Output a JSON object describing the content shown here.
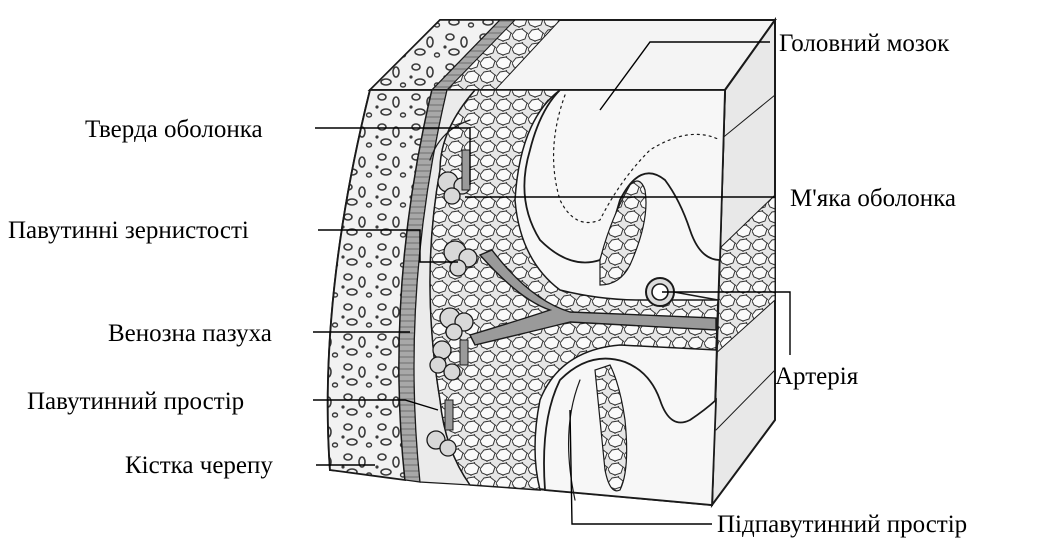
{
  "labels": {
    "brain": "Головний мозок",
    "dura_mater": "Тверда оболонка",
    "pia_mater": "М'яка оболонка",
    "arachnoid_granulations": "Павутинні зернистості",
    "venous_sinus": "Венозна пазуха",
    "artery": "Артерія",
    "arachnoid_space": "Павутинний простір",
    "skull_bone": "Кістка черепу",
    "subarachnoid_space": "Підпавутинний простір"
  },
  "colors": {
    "ink": "#1a1a1a",
    "bone": "#f2f2f2",
    "bone_pore": "#3a3a3a",
    "dura": "#9a9a9a",
    "arachnoid": "#e0e0e0",
    "cortex": "#f7f7f7",
    "box_side": "#e8e8e8",
    "box_top": "#f4f4f4"
  }
}
